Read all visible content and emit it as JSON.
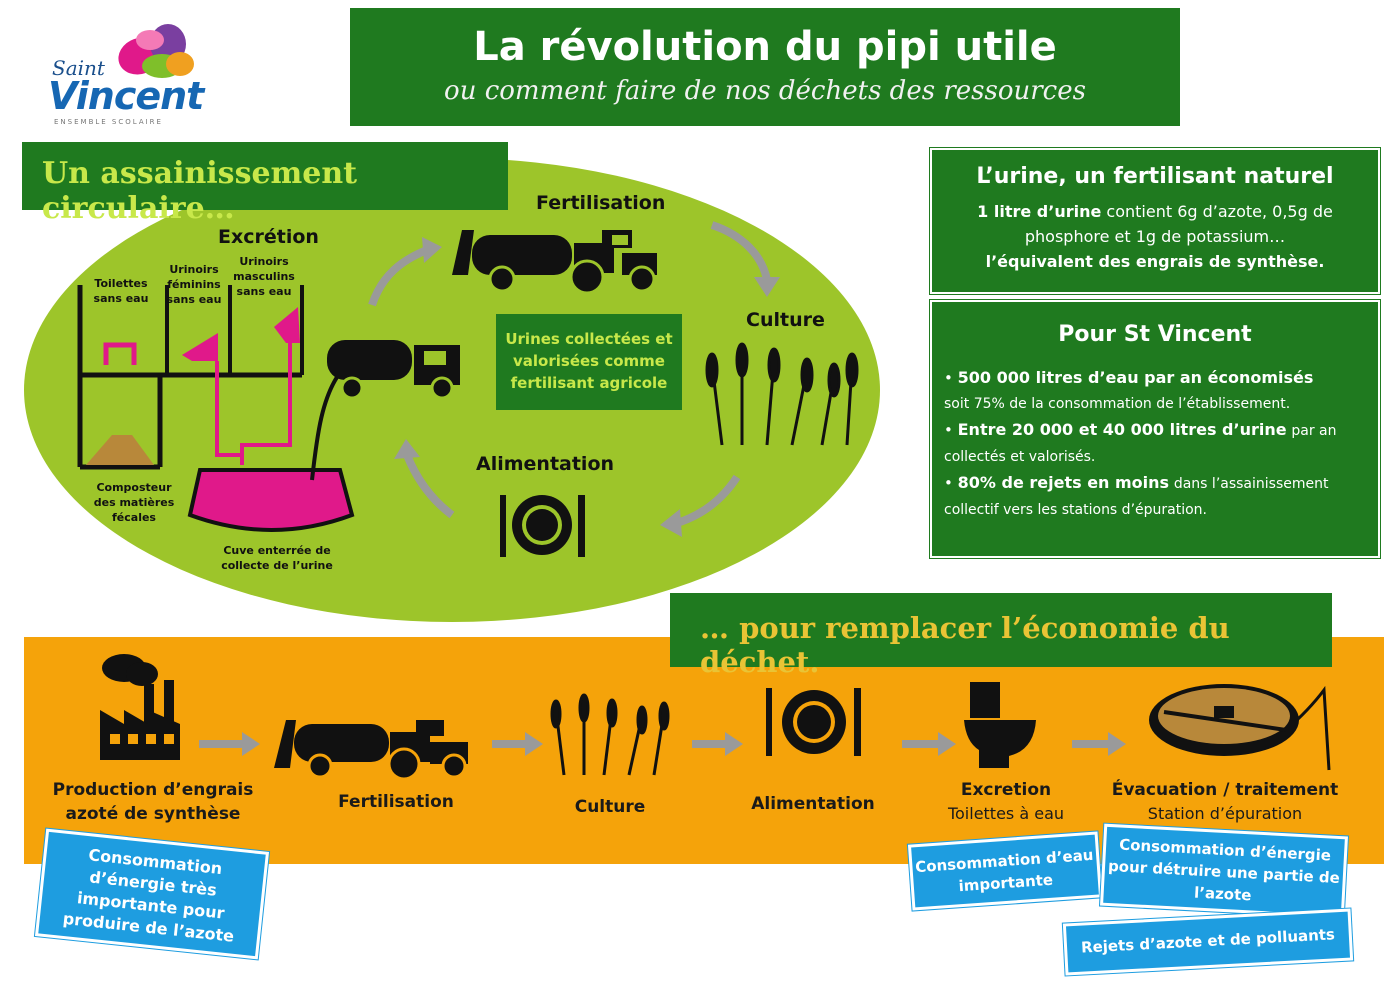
{
  "logo": {
    "saint": "Saint",
    "vincent": "Vincent",
    "subtitle": "ENSEMBLE SCOLAIRE"
  },
  "header": {
    "title": "La révolution du pipi utile",
    "subtitle": "ou comment faire de nos déchets des ressources"
  },
  "section1": {
    "banner": "Un assainissement circulaire…",
    "labels": {
      "excretion": "Excrétion",
      "fertilisation": "Fertilisation",
      "culture": "Culture",
      "alimentation": "Alimentation",
      "toilettes": "Toilettes sans eau",
      "urinoirs_f": "Urinoirs féminins sans eau",
      "urinoirs_m": "Urinoirs masculins sans eau",
      "composteur": "Composteur des matières fécales",
      "cuve": "Cuve enterrée de collecte de l’urine"
    },
    "note": "Urines collectées et valorisées comme fertilisant agricole"
  },
  "box_urine": {
    "heading": "L’urine, un fertilisant naturel",
    "line1_bold": "1 litre d’urine",
    "line1_rest": " contient 6g d’azote, 0,5g de phosphore et 1g de potassium…",
    "line2": "l’équivalent des engrais de synthèse."
  },
  "box_st": {
    "heading": "Pour St Vincent",
    "items": [
      {
        "bold": "500 000 litres d’eau par an économisés",
        "rest": "soit 75% de la consommation de l’établissement."
      },
      {
        "bold": "Entre 20 000 et 40 000 litres d’urine",
        "rest": "par an collectés et valorisés."
      },
      {
        "bold": "80% de rejets en moins",
        "rest": "dans l’assainissement collectif vers les stations d’épuration."
      }
    ]
  },
  "section2": {
    "banner": "… pour remplacer l’économie du déchet.",
    "steps": {
      "production": "Production d’engrais azoté de synthèse",
      "fertilisation": "Fertilisation",
      "culture": "Culture",
      "alimentation": "Alimentation",
      "excretion": "Excretion",
      "excretion_sub": "Toilettes à eau",
      "evacuation": "Évacuation / traitement",
      "evacuation_sub": "Station d’épuration"
    },
    "notes": {
      "energie_engrais": "Consommation d’énergie très importante pour produire de l’azote",
      "eau": "Consommation d’eau importante",
      "energie_detruire": "Consommation d’énergie pour détruire une partie de l’azote",
      "rejets": "Rejets d’azote et de polluants"
    }
  },
  "colors": {
    "green_dark": "#1f7a1f",
    "green_light": "#9dc52a",
    "orange": "#f5a30a",
    "blue": "#1e9de0",
    "pink": "#e0198a",
    "yellow_green_text": "#c8e84a"
  }
}
